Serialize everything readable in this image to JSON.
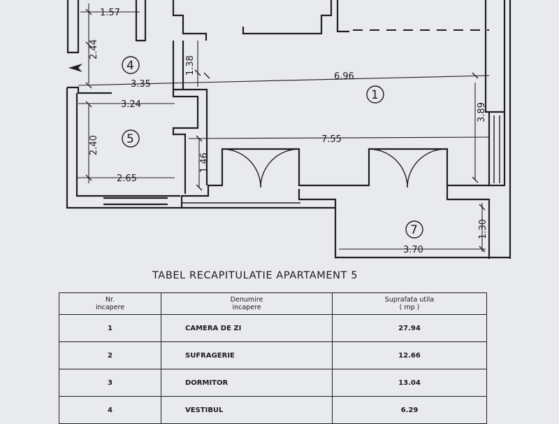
{
  "plan": {
    "dimensions": [
      "1.57",
      "2.44",
      "1.38",
      "3.35",
      "6.96",
      "3.24",
      "3.89",
      "2.40",
      "7.55",
      "1.46",
      "2.65",
      "1.30",
      "3.70"
    ],
    "room_labels": [
      "4",
      "5",
      "1",
      "7"
    ]
  },
  "summary_table": {
    "title": "TABEL RECAPITULATIE APARTAMENT 5",
    "headers": {
      "col1_line1": "Nr.",
      "col1_line2": "incapere",
      "col2_line1": "Denumire",
      "col2_line2": "incapere",
      "col3_line1": "Suprafata utila",
      "col3_line2": "( mp )"
    },
    "rows": [
      {
        "nr": "1",
        "name": "CAMERA DE ZI",
        "area": "27.94"
      },
      {
        "nr": "2",
        "name": "SUFRAGERIE",
        "area": "12.66"
      },
      {
        "nr": "3",
        "name": "DORMITOR",
        "area": "13.04"
      },
      {
        "nr": "4",
        "name": "VESTIBUL",
        "area": "6.29"
      }
    ]
  }
}
